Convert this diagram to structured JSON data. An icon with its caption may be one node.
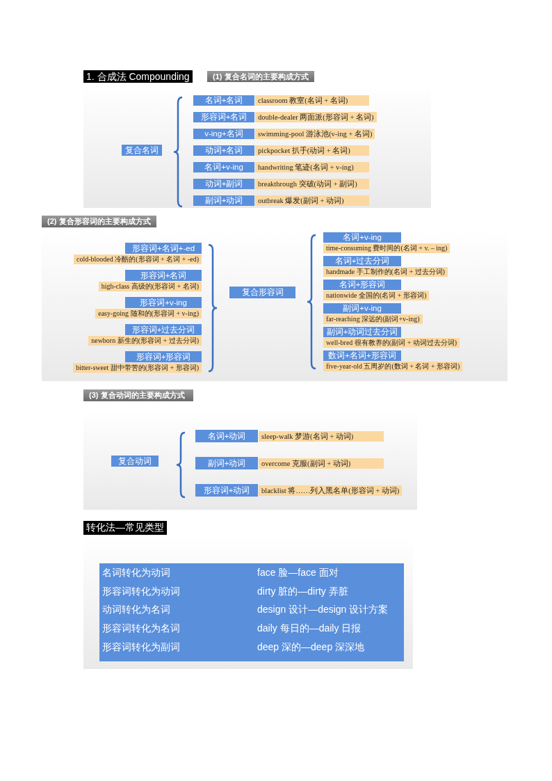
{
  "diagram": {
    "nodes": [
      {
        "text": [
          "1. 合成法 Compounding"
        ]
      },
      {
        "text": [
          "(1) 复合名词的主要构成方式"
        ]
      },
      {
        "text": [
          "复合名词"
        ]
      },
      {
        "text": [
          "名词+名词"
        ]
      },
      {
        "text": [
          "classroom 教室(名词 + 名词)"
        ]
      },
      {
        "text": [
          "形容词+名词"
        ]
      },
      {
        "text": [
          "double-dealer 两面派(形容词 + 名词)"
        ]
      },
      {
        "text": [
          "v-ing+名词"
        ]
      },
      {
        "text": [
          "swimming-pool 游泳池(v-ing + 名词)"
        ]
      },
      {
        "text": [
          "动词+名词"
        ]
      },
      {
        "text": [
          "pickpocket 扒手(动词 + 名词)"
        ]
      },
      {
        "text": [
          "名词+v-ing"
        ]
      },
      {
        "text": [
          "handwriting 笔迹(名词 + v-ing)"
        ]
      },
      {
        "text": [
          "动词+副词"
        ]
      },
      {
        "text": [
          "breakthrough 突破(动词 + 副词)"
        ]
      },
      {
        "text": [
          "副词+动词"
        ]
      },
      {
        "text": [
          "outbreak 爆发(副词 + 动词)"
        ]
      },
      {
        "text": [
          "(2) 复合形容词的主要构成方式"
        ]
      },
      {
        "text": [
          "形容词+名词+-ed"
        ]
      },
      {
        "text": [
          "cold-blooded 冷酷的(形容词 + 名词 + -ed)"
        ]
      },
      {
        "text": [
          "形容词+名词"
        ]
      },
      {
        "text": [
          "high-class 高级的(形容词 + 名词)"
        ]
      },
      {
        "text": [
          "形容词+v-ing"
        ]
      },
      {
        "text": [
          "easy-going 随和的(形容词 + v-ing)"
        ]
      },
      {
        "text": [
          "形容词+过去分词"
        ]
      },
      {
        "text": [
          "newborn 新生的(形容词 + 过去分词)"
        ]
      },
      {
        "text": [
          "形容词+形容词"
        ]
      },
      {
        "text": [
          "bitter-sweet 甜中带苦的(形容词 + 形容词)"
        ]
      },
      {
        "text": [
          "复合形容词"
        ]
      },
      {
        "text": [
          "名词+v-ing"
        ]
      },
      {
        "text": [
          "time-consuming 费时间的(名词 + v. – ing)"
        ]
      },
      {
        "text": [
          "名词+过去分词"
        ]
      },
      {
        "text": [
          "handmade 手工制作的(名词 + 过去分词)"
        ]
      },
      {
        "text": [
          "名词+形容词"
        ]
      },
      {
        "text": [
          "nationwide 全国的(名词 + 形容词)"
        ]
      },
      {
        "text": [
          "副词+v-ing"
        ]
      },
      {
        "text": [
          "far-reaching 深远的(副词+v-ing)"
        ]
      },
      {
        "text": [
          "副词+动词过去分词"
        ]
      },
      {
        "text": [
          "well-bred 很有教养的(副词 + 动词过去分词)"
        ]
      },
      {
        "text": [
          "数词+名词+形容词"
        ]
      },
      {
        "text": [
          "five-year-old 五周岁的(数词 + 名词 + 形容词)"
        ]
      },
      {
        "text": [
          "(3) 复合动词的主要构成方式"
        ]
      },
      {
        "text": [
          "复合动词"
        ]
      },
      {
        "text": [
          "名词+动词"
        ]
      },
      {
        "text": [
          "sleep-walk 梦游(名词 + 动词)"
        ]
      },
      {
        "text": [
          "副词+动词"
        ]
      },
      {
        "text": [
          "overcome 克服(副词 + 动词)"
        ]
      },
      {
        "text": [
          "形容词+动词"
        ]
      },
      {
        "text": [
          "blacklist 将……列入黑名单(形容词 + 动词)"
        ]
      },
      {
        "text": [
          "转化法—常见类型"
        ]
      },
      {
        "text": [
          "名词转化为动词",
          "face 脸—face 面对",
          "形容词转化为动词",
          "dirty 脏的—dirty 弄脏",
          "动词转化为名词",
          "design 设计—design 设计方案",
          "形容词转化为名词",
          "daily 每日的—daily 日报",
          "形容词转化为副词",
          "deep 深的—deep 深深地"
        ]
      }
    ],
    "edges": []
  }
}
